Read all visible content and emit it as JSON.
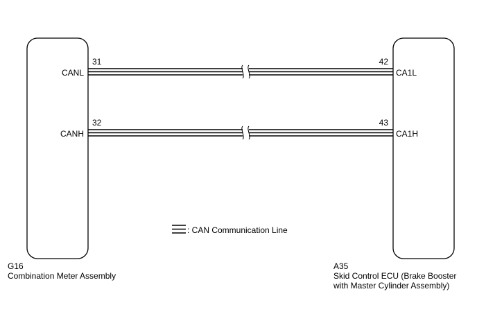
{
  "left_ecu": {
    "code": "G16",
    "name": "Combination Meter Assembly",
    "terminals": [
      {
        "pin": "31",
        "signal": "CANL"
      },
      {
        "pin": "32",
        "signal": "CANH"
      }
    ]
  },
  "right_ecu": {
    "code": "A35",
    "name_line1": "Skid Control ECU (Brake Booster",
    "name_line2": "with Master Cylinder Assembly)",
    "terminals": [
      {
        "pin": "42",
        "signal": "CA1L"
      },
      {
        "pin": "43",
        "signal": "CA1H"
      }
    ]
  },
  "legend": {
    "text": ": CAN Communication Line"
  }
}
